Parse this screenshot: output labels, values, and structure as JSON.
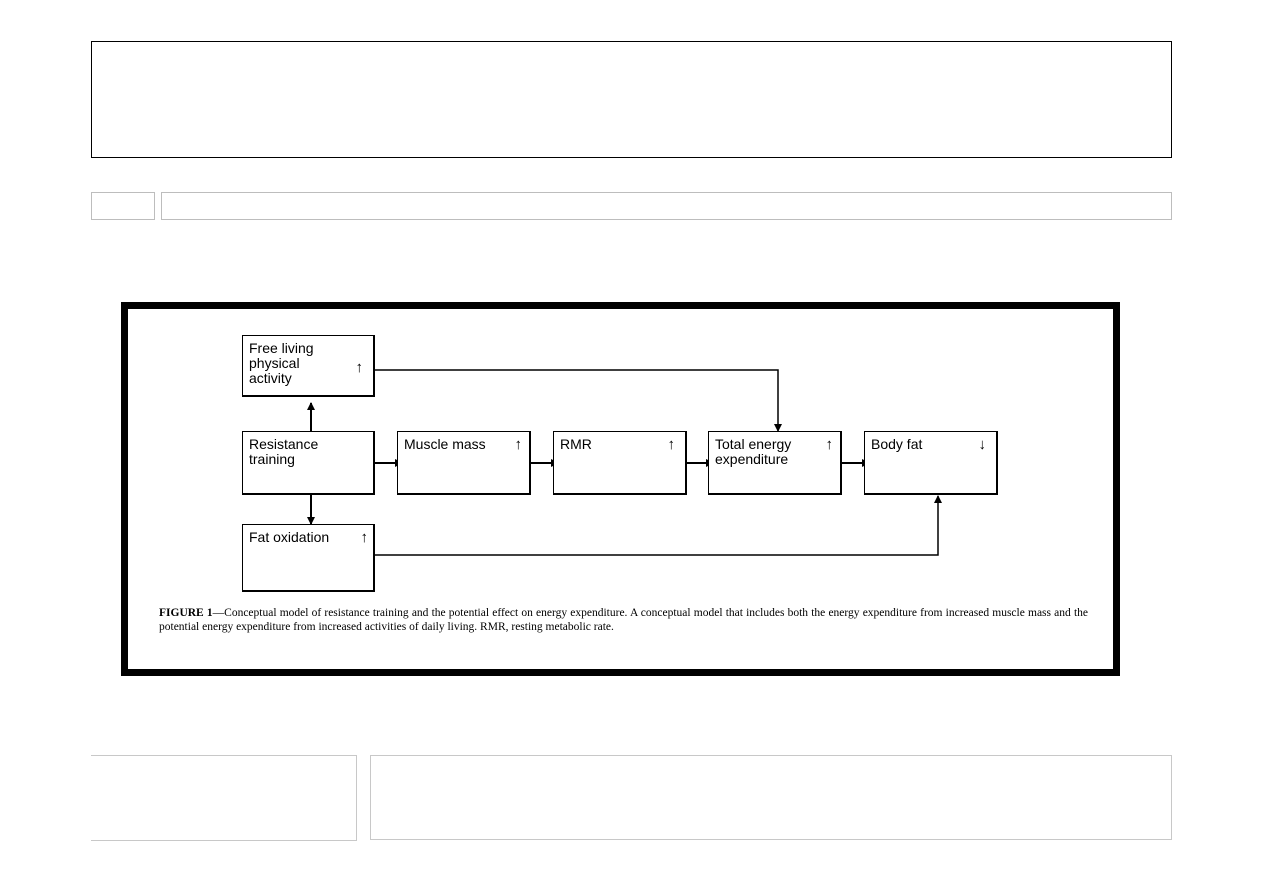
{
  "figure": {
    "nodes": {
      "free_living": {
        "label": "Free living\nphysical\nactivity",
        "direction": "↑"
      },
      "resistance": {
        "label": "Resistance\ntraining"
      },
      "muscle_mass": {
        "label": "Muscle mass",
        "direction": "↑"
      },
      "rmr": {
        "label": "RMR",
        "direction": "↑"
      },
      "total_energy": {
        "label": "Total energy\nexpenditure",
        "direction": "↑"
      },
      "body_fat": {
        "label": "Body fat",
        "direction": "↓"
      },
      "fat_oxidation": {
        "label": "Fat oxidation",
        "direction": "↑"
      }
    },
    "caption": {
      "label": "FIGURE 1",
      "text": "—Conceptual model of resistance training and the potential effect on energy expenditure. A conceptual model that includes both the energy expenditure from increased muscle mass and the potential energy expenditure from increased activities of daily living. RMR, resting metabolic rate."
    }
  }
}
